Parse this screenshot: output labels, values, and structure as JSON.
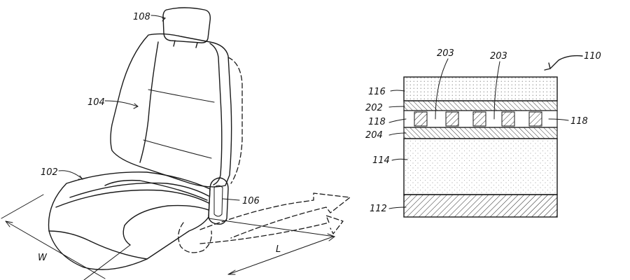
{
  "seat_figure": {
    "labels": {
      "headrest": "108",
      "backrest": "104",
      "seat_cushion": "102",
      "control_panel": "106",
      "width_dim": "W",
      "length_dim": "L"
    }
  },
  "layer_figure": {
    "assembly_ref": "110",
    "layers": {
      "top_layer": "116",
      "upper_film": "202",
      "cell_layer_left": "118",
      "cell_layer_right": "118",
      "lower_film": "204",
      "core_layer": "114",
      "base_layer": "112"
    },
    "cells": {
      "cell_a": "203",
      "cell_b": "203"
    }
  }
}
